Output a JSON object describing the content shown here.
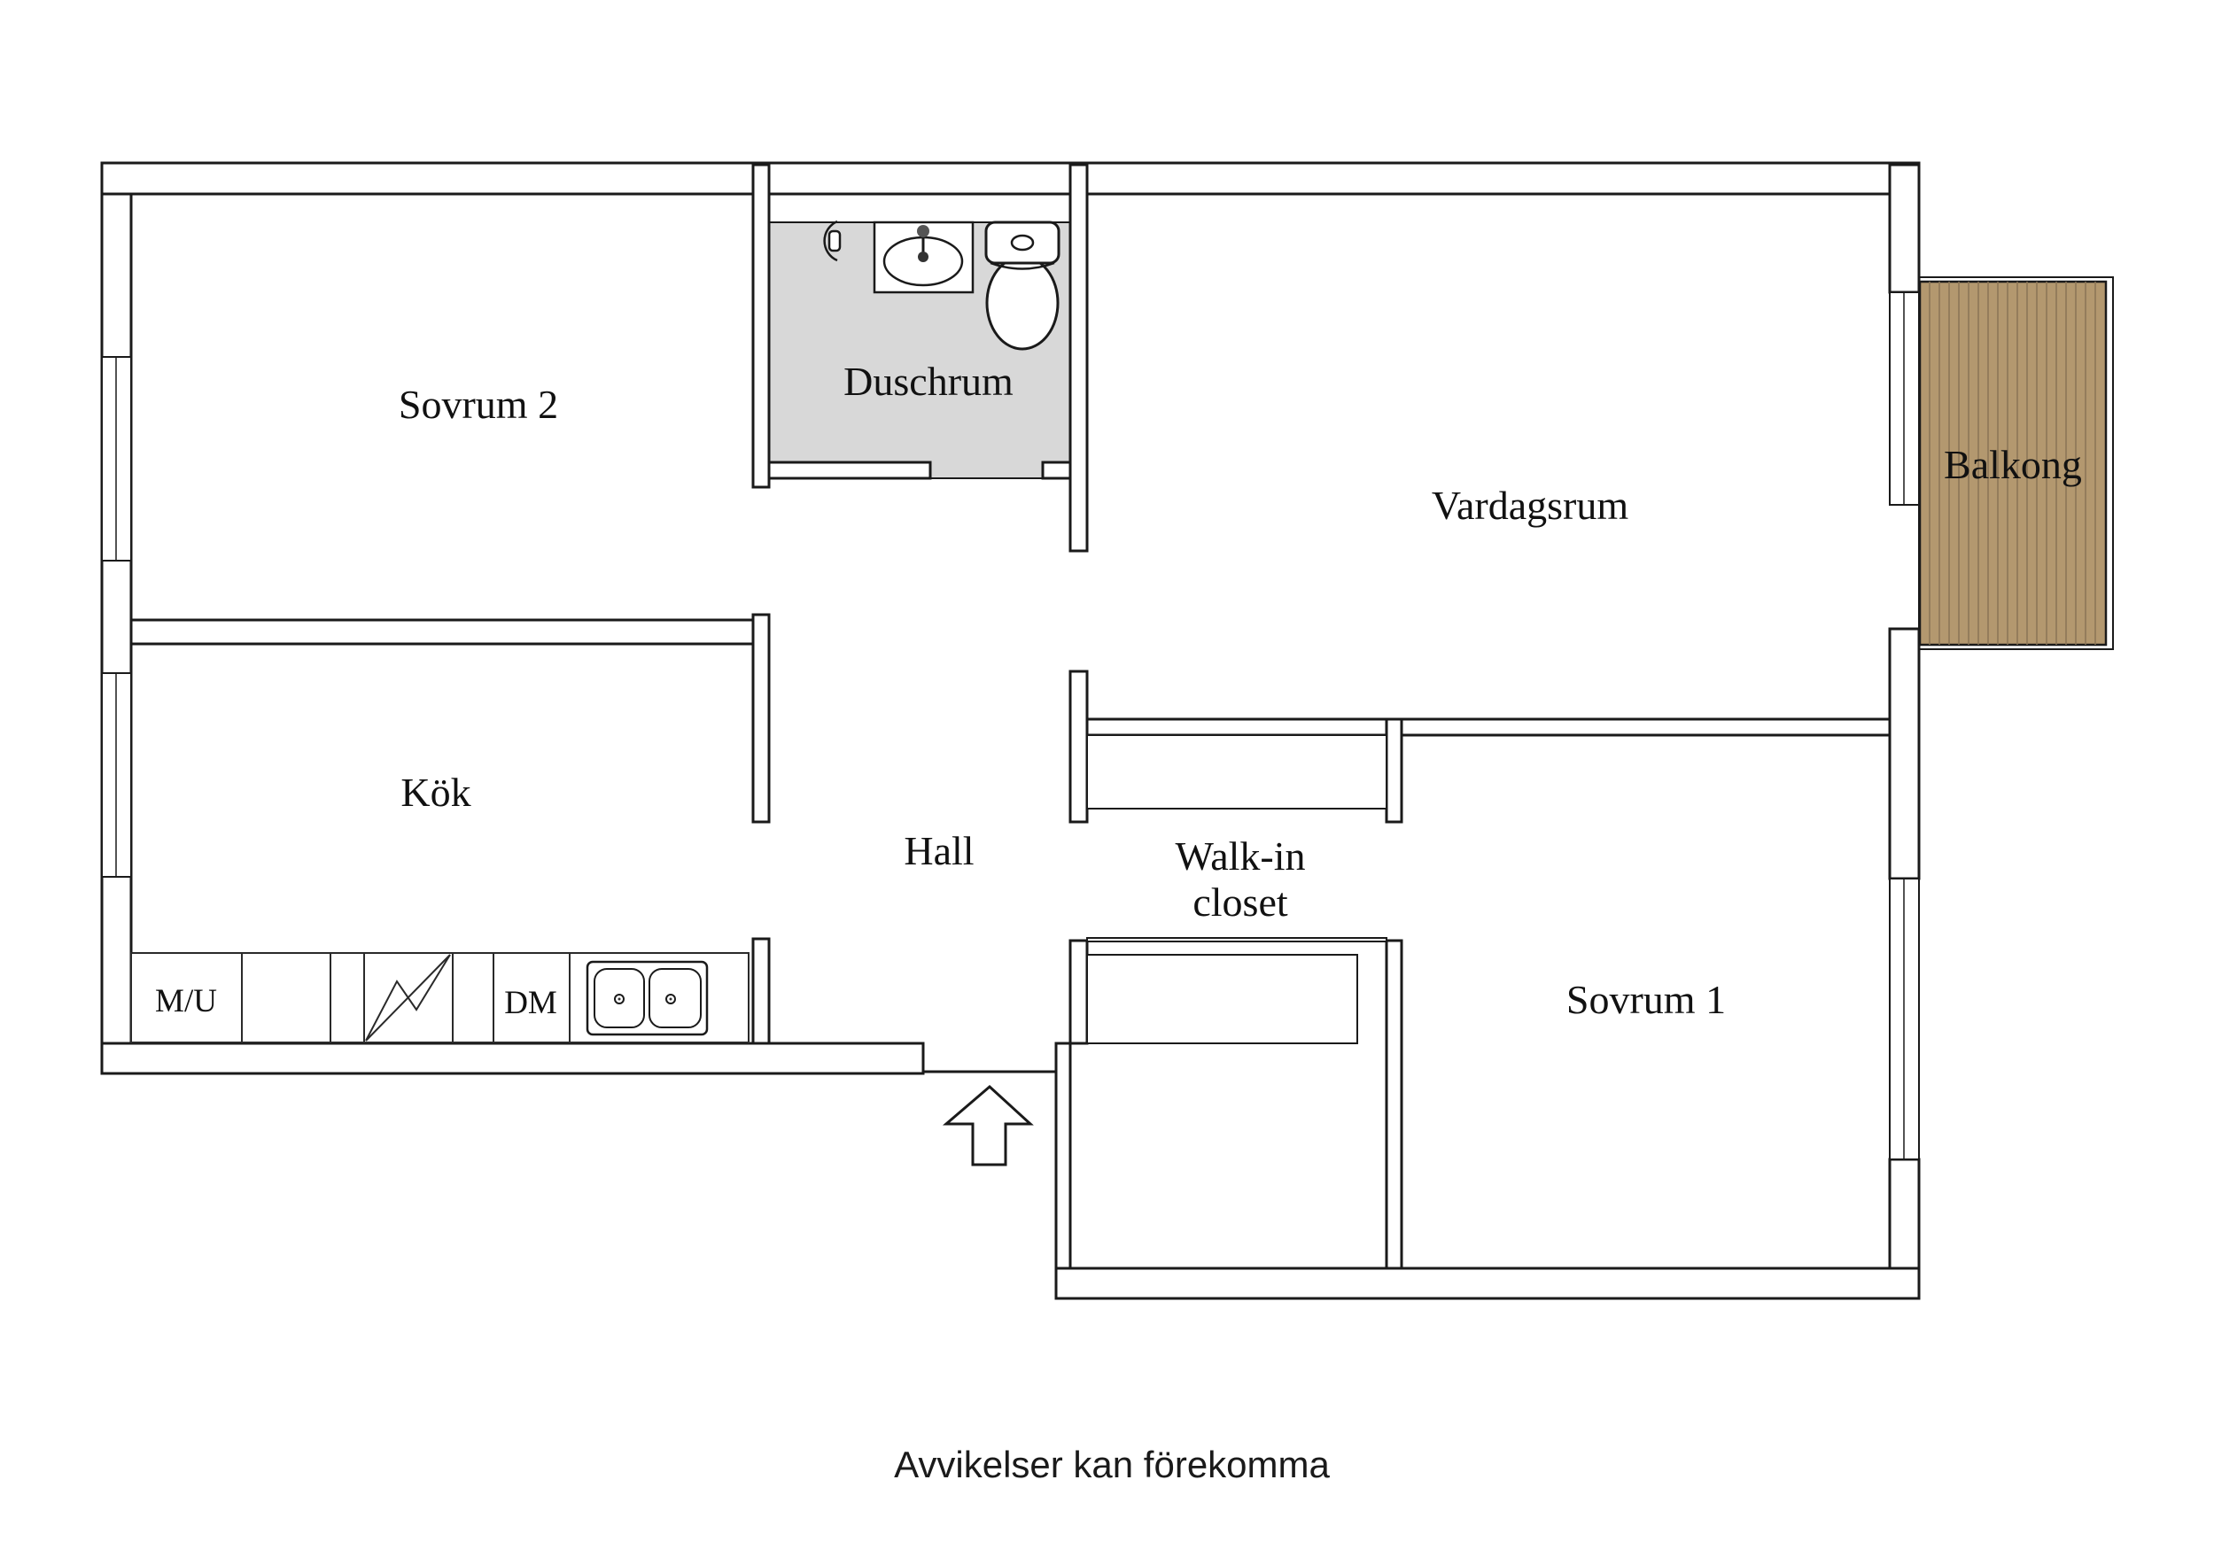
{
  "page": {
    "type": "floor-plan",
    "language": "Swedish"
  },
  "rooms": {
    "sovrum2": "Sovrum 2",
    "duschrum": "Duschrum",
    "vardagsrum": "Vardagsrum",
    "balkong": "Balkong",
    "kok": "Kök",
    "hall": "Hall",
    "walkin_line1": "Walk-in",
    "walkin_line2": "closet",
    "sovrum1": "Sovrum 1"
  },
  "appliances": {
    "mu": "M/U",
    "dm": "DM"
  },
  "footer": {
    "disclaimer": "Avvikelser kan förekomma"
  },
  "icons": [
    "shower-mixer-icon",
    "washbasin-icon",
    "toilet-icon",
    "stove-icon",
    "kitchen-sink-icon",
    "entrance-arrow-icon",
    "wardrobe",
    "window"
  ],
  "colors": {
    "wall_line": "#1a1a1a",
    "bathroom_floor": "#d8d8d8",
    "deck": "#b3986f",
    "deck_line": "#8a7456",
    "text": "#111111",
    "background": "#ffffff"
  }
}
